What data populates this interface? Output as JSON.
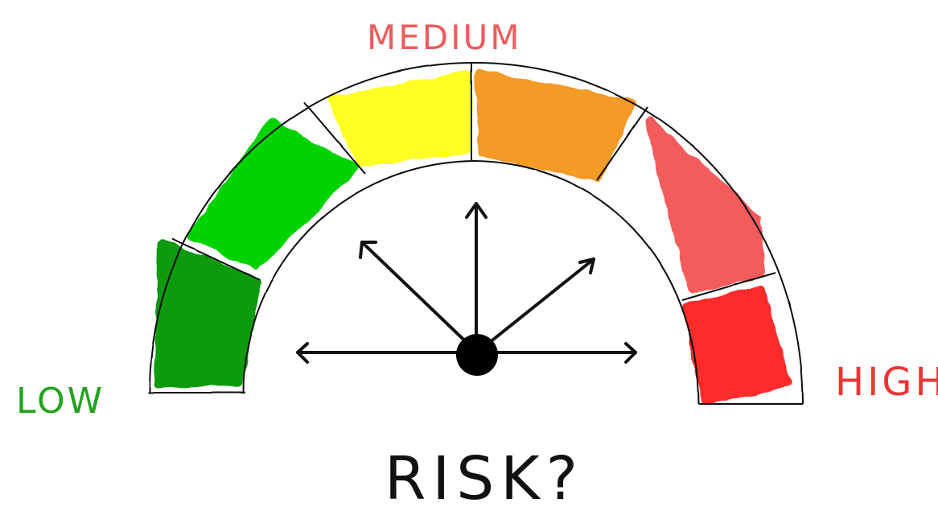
{
  "labels": {
    "low": "LOW",
    "medium": "MEDIUM",
    "high": "HIGH",
    "risk": "RISK?"
  },
  "colors": {
    "outline": "#111111",
    "low_label": "#22a31f",
    "medium_label": "#ef5b5b",
    "high_label": "#ef3434",
    "risk_label": "#111111",
    "segments": [
      "#0a9a0f",
      "#05d305",
      "#ffff26",
      "#f49a27",
      "#f45b5b",
      "#ff2a2a"
    ]
  },
  "gauge": {
    "segment_count": 6,
    "arrow_count": 5
  }
}
